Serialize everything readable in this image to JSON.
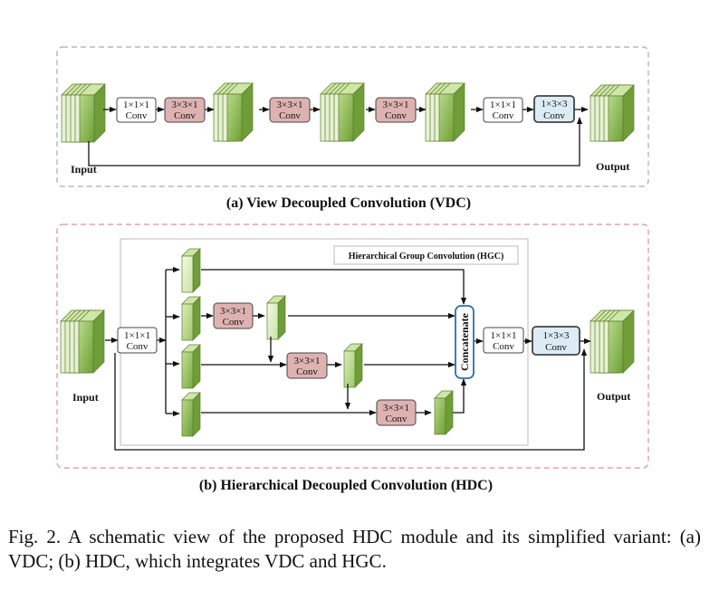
{
  "panel_a": {
    "input_label": "Input",
    "output_label": "Output",
    "title": "(a)  View Decoupled Convolution (VDC)",
    "ops": [
      {
        "line1": "1×1×1",
        "line2": "Conv"
      },
      {
        "line1": "3×3×1",
        "line2": "Conv"
      },
      {
        "line1": "3×3×1",
        "line2": "Conv"
      },
      {
        "line1": "3×3×1",
        "line2": "Conv"
      },
      {
        "line1": "1×1×1",
        "line2": "Conv"
      },
      {
        "line1": "1×3×3",
        "line2": "Conv"
      }
    ]
  },
  "panel_b": {
    "input_label": "Input",
    "output_label": "Output",
    "title": "(b) Hierarchical Decoupled Convolution (HDC)",
    "hgc_label": "Hierarchical Group Convolution (HGC)",
    "concat_label": "Concatenate",
    "ops": [
      {
        "line1": "1×1×1",
        "line2": "Conv"
      },
      {
        "line1": "3×3×1",
        "line2": "Conv"
      },
      {
        "line1": "3×3×1",
        "line2": "Conv"
      },
      {
        "line1": "3×3×1",
        "line2": "Conv"
      },
      {
        "line1": "1×1×1",
        "line2": "Conv"
      },
      {
        "line1": "1×3×3",
        "line2": "Conv"
      }
    ]
  },
  "caption": "Fig. 2.  A schematic view of the proposed HDC module and its simplified variant: (a) VDC; (b) HDC, which integrates VDC and HGC.",
  "colors": {
    "conv_white": "#ffffff",
    "conv_pink": "#dfb2b2",
    "conv_blue": "#dcecf5",
    "feature_green": "#8fbf4f",
    "dash_grey": "#aaaaaa",
    "dash_red": "#e08f8f"
  }
}
